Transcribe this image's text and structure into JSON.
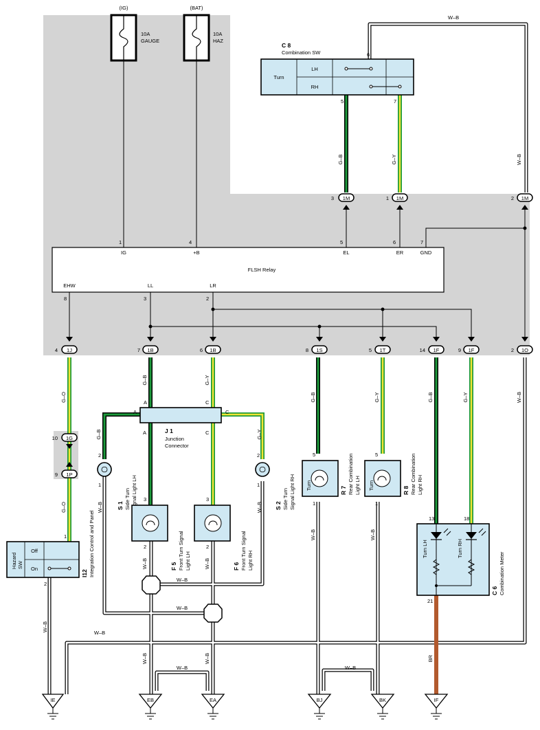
{
  "fuses": [
    {
      "source": "(IG)",
      "amps": "10A",
      "name": "GAUGE"
    },
    {
      "source": "(BAT)",
      "amps": "10A",
      "name": "HAZ"
    }
  ],
  "combination_sw": {
    "code": "C 8",
    "name": "Combination SW",
    "function": "Turn",
    "positions": [
      "LH",
      "RH"
    ],
    "pins": [
      "6",
      "5",
      "7"
    ]
  },
  "flasher": {
    "name": "FLSH Relay",
    "top_pins": [
      {
        "pin": "1",
        "label": "IG"
      },
      {
        "pin": "4",
        "label": "+B"
      },
      {
        "pin": "5",
        "label": "EL"
      },
      {
        "pin": "6",
        "label": "ER"
      },
      {
        "pin": "7",
        "label": "GND"
      }
    ],
    "bottom_pins": [
      {
        "pin": "8",
        "label": "EHW"
      },
      {
        "pin": "3",
        "label": "LL"
      },
      {
        "pin": "2",
        "label": "LR"
      }
    ]
  },
  "connectors": {
    "m3": {
      "code": "1M",
      "pin": "3"
    },
    "m1": {
      "code": "1M",
      "pin": "1"
    },
    "m2": {
      "code": "1M",
      "pin": "2"
    },
    "j1": {
      "code": "1J",
      "pin": "4"
    },
    "b7": {
      "code": "1B",
      "pin": "7"
    },
    "b6": {
      "code": "1B",
      "pin": "6"
    },
    "s8": {
      "code": "1S",
      "pin": "8"
    },
    "t5": {
      "code": "1T",
      "pin": "5"
    },
    "f14": {
      "code": "1F",
      "pin": "14"
    },
    "f9": {
      "code": "1F",
      "pin": "9"
    },
    "o2": {
      "code": "1O",
      "pin": "2"
    },
    "g10": {
      "code": "1G",
      "pin": "10"
    },
    "p9": {
      "code": "1P",
      "pin": "9"
    }
  },
  "wires": {
    "wb_top": "W–B",
    "gb_5": "G–B",
    "gy_7": "G–Y",
    "wb_right": "W–B",
    "go_1": "G–O",
    "gb_b": "G–B",
    "gy_b": "G–Y",
    "gb_s": "G–B",
    "gy_t": "G–Y",
    "gb_f": "G–B",
    "gy_f": "G–Y",
    "wb_o": "W–B",
    "go_2": "G–O",
    "gb_s1": "G–B",
    "gy_s2": "G–Y",
    "wb_s1": "W–B",
    "wb_s2": "W–B",
    "wb_f5": "W–B",
    "wb_f6": "W–B",
    "wb_r7": "W–B",
    "wb_r8": "W–B",
    "wb_haz": "W–B",
    "wb_h1": "W–B",
    "wb_h2": "W–B",
    "wb_h3": "W–B",
    "wb_eb": "W–B",
    "wb_ea": "W–B",
    "wb_ebea": "W–B",
    "wb_bjbk": "W–B",
    "br": "BR"
  },
  "junction": {
    "code": "J 1",
    "name": "Junction",
    "name2": "Connector",
    "pins": [
      "A",
      "C",
      "A",
      "C",
      "A",
      "C"
    ]
  },
  "lamps": {
    "s1": {
      "code": "S 1",
      "name": "Side Turn",
      "name2": "Signal Light LH",
      "pins": [
        "2",
        "1"
      ]
    },
    "s2": {
      "code": "S 2",
      "name": "Side Turn",
      "name2": "Signal Light RH",
      "pins": [
        "2",
        "1"
      ]
    },
    "f5": {
      "code": "F 5",
      "name": "Front Turn Signal",
      "name2": "Light LH",
      "pins": [
        "3",
        "2"
      ]
    },
    "f6": {
      "code": "F 6",
      "name": "Front Turn Signal",
      "name2": "Light RH",
      "pins": [
        "3",
        "2"
      ]
    },
    "r7": {
      "code": "R 7",
      "name": "Rear Combination",
      "name2": "Light LH",
      "func": "Turn",
      "pins": [
        "5",
        "1"
      ]
    },
    "r8": {
      "code": "R 8",
      "name": "Rear Combination",
      "name2": "Light RH",
      "func": "Turn",
      "pins": [
        "5",
        "1"
      ]
    }
  },
  "hazard_sw": {
    "label": "Hazard",
    "label2": "SW",
    "positions": [
      "Off",
      "On"
    ],
    "pins": [
      "1",
      "2"
    ],
    "code": "I12",
    "name": "Integration Control and Panel"
  },
  "meter": {
    "code": "C 6",
    "name": "Combination Meter",
    "lh": "Turn LH",
    "rh": "Turn RH",
    "pins": [
      "13",
      "18",
      "21"
    ]
  },
  "grounds": [
    "IE",
    "EB",
    "EA",
    "BJ",
    "BK",
    "IF"
  ]
}
